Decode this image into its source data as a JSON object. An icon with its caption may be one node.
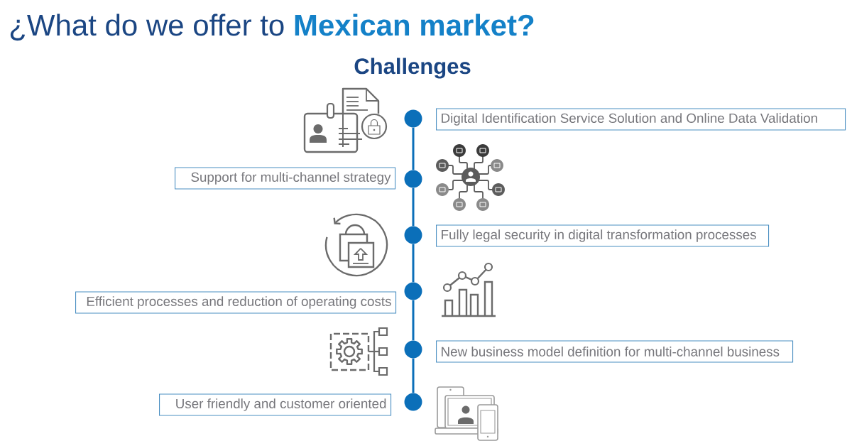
{
  "diagram": {
    "title": "¿What do we offer to **Mexican market?**",
    "nodes": [
      {
        "text": [],
        "shape": "circle"
      },
      {
        "text": [
          "Digital Identification Service Solution and Online Data Validation"
        ]
      },
      {
        "text": [
          "Support for multi-channel strategy"
        ]
      },
      {
        "text": [],
        "shape": "circle"
      },
      {
        "text": [],
        "shape": "circle"
      },
      {
        "text": [
          "Fully legal security in digital transformation processes"
        ]
      },
      {
        "text": [
          "Efficient processes and reduction of operating costs"
        ]
      },
      {
        "text": [],
        "shape": "circle"
      },
      {
        "text": [],
        "shape": "circle"
      },
      {
        "text": [
          "New business model definition for multi-channel business"
        ]
      },
      {
        "text": [
          "User friendly and customer oriented"
        ]
      },
      {
        "text": [],
        "shape": "circle"
      }
    ],
    "edges": [
      {
        "from": 0,
        "to": 3,
        "arrow": "none"
      },
      {
        "from": 3,
        "to": 4,
        "arrow": "none"
      },
      {
        "from": 4,
        "to": 7,
        "arrow": "none"
      },
      {
        "from": 7,
        "to": 8,
        "arrow": "none"
      },
      {
        "from": 8,
        "to": 11,
        "arrow": "none"
      }
    ],
    "labels": [
      "Challenges"
    ]
  }
}
